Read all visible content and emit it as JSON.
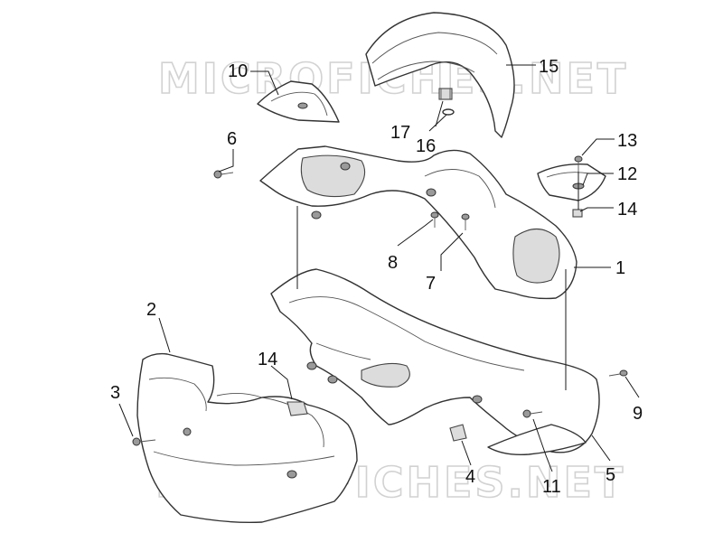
{
  "watermark": {
    "text": "MICROFICHES.NET"
  },
  "callouts": {
    "c1": "1",
    "c2": "2",
    "c3": "3",
    "c4": "4",
    "c5": "5",
    "c6": "6",
    "c7": "7",
    "c8": "8",
    "c9": "9",
    "c10": "10",
    "c11": "11",
    "c12": "12",
    "c13": "13",
    "c14a": "14",
    "c14b": "14",
    "c15": "15",
    "c16": "16",
    "c17": "17"
  }
}
